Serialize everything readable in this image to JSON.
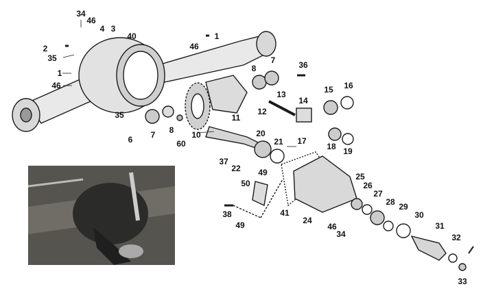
{
  "labels": [
    "34",
    "46",
    "4",
    "3",
    "40",
    "1",
    "46",
    "2",
    "35",
    "1",
    "46",
    "8",
    "7",
    "36",
    "13",
    "15",
    "16",
    "14",
    "12",
    "35",
    "6",
    "7",
    "8",
    "60",
    "10",
    "11",
    "20",
    "21",
    "17",
    "18",
    "19",
    "37",
    "22",
    "49",
    "50",
    "25",
    "26",
    "27",
    "28",
    "29",
    "30",
    "31",
    "32",
    "33",
    "41",
    "24",
    "38",
    "49",
    "46",
    "34"
  ],
  "colors": {
    "ink": "#1a1a1a",
    "paper": "#ffffff",
    "photo_bg": "#4a4a48"
  }
}
